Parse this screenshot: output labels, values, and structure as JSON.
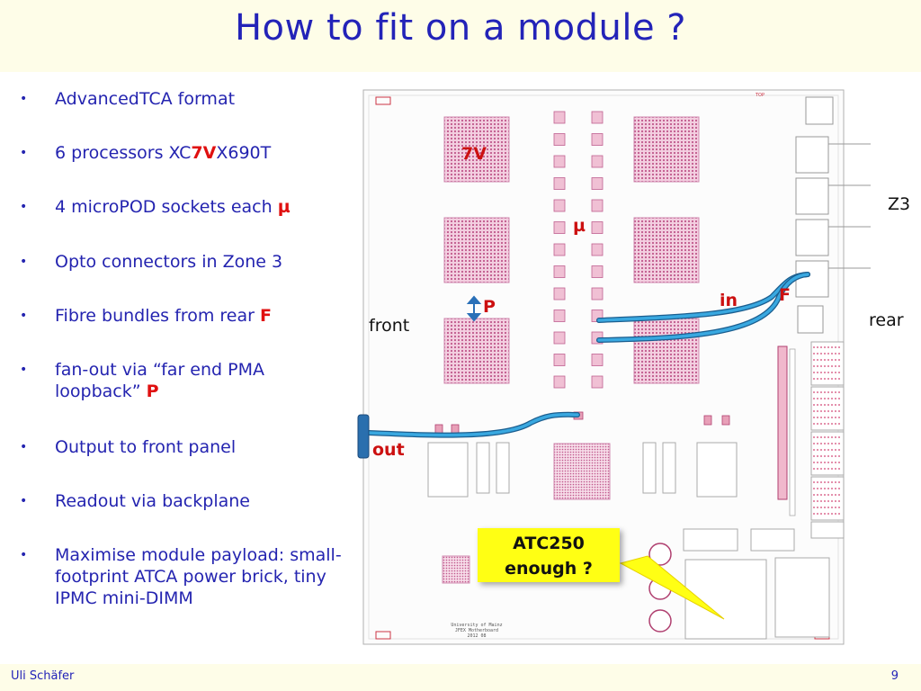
{
  "slide": {
    "title": "How to fit on a module ?",
    "footer_author": "Uli Schäfer",
    "page_number": "9"
  },
  "bullets": [
    {
      "parts": [
        {
          "text": "AdvancedTCA format",
          "style": "normal"
        }
      ]
    },
    {
      "parts": [
        {
          "text": "6 processors XC",
          "style": "normal"
        },
        {
          "text": "7V",
          "style": "red"
        },
        {
          "text": "X690T",
          "style": "normal"
        }
      ]
    },
    {
      "parts": [
        {
          "text": "4 microPOD sockets each ",
          "style": "normal"
        },
        {
          "text": "µ",
          "style": "red"
        }
      ]
    },
    {
      "parts": [
        {
          "text": "Opto connectors in Zone 3",
          "style": "normal"
        }
      ]
    },
    {
      "parts": [
        {
          "text": "Fibre bundles from rear ",
          "style": "normal"
        },
        {
          "text": "F",
          "style": "red"
        }
      ]
    },
    {
      "parts": [
        {
          "text": "fan-out via “far end PMA loopback” ",
          "style": "normal"
        },
        {
          "text": "P",
          "style": "red"
        }
      ]
    },
    {
      "parts": [
        {
          "text": "Output to front panel",
          "style": "normal"
        }
      ]
    },
    {
      "parts": [
        {
          "text": "Readout via backplane",
          "style": "normal"
        }
      ]
    },
    {
      "parts": [
        {
          "text": "Maximise module payload: small-footprint ATCA power brick, tiny IPMC mini-DIMM",
          "style": "normal"
        }
      ]
    }
  ],
  "board_labels": {
    "fpga_label": "7V",
    "micropod_label": "µ",
    "loopback_label": "P",
    "in_label": "in",
    "fibre_label": "F",
    "out_label": "out",
    "front_label": "front",
    "rear_label": "rear",
    "zone_label": "Z3",
    "top_silk": "TOP",
    "board_silk_line1": "University of Mainz",
    "board_silk_line2": "JFEX Motherboard",
    "board_silk_line3": "2012 08"
  },
  "callout": {
    "line1": "ATC250",
    "line2": "enough ?"
  },
  "colors": {
    "title": "#2323b8",
    "bullet_text": "#2424b0",
    "accent_red": "#e01010",
    "callout_bg": "#ffff14",
    "fibre": "#1e8fd0",
    "board_pink": "#e2a2c0"
  }
}
